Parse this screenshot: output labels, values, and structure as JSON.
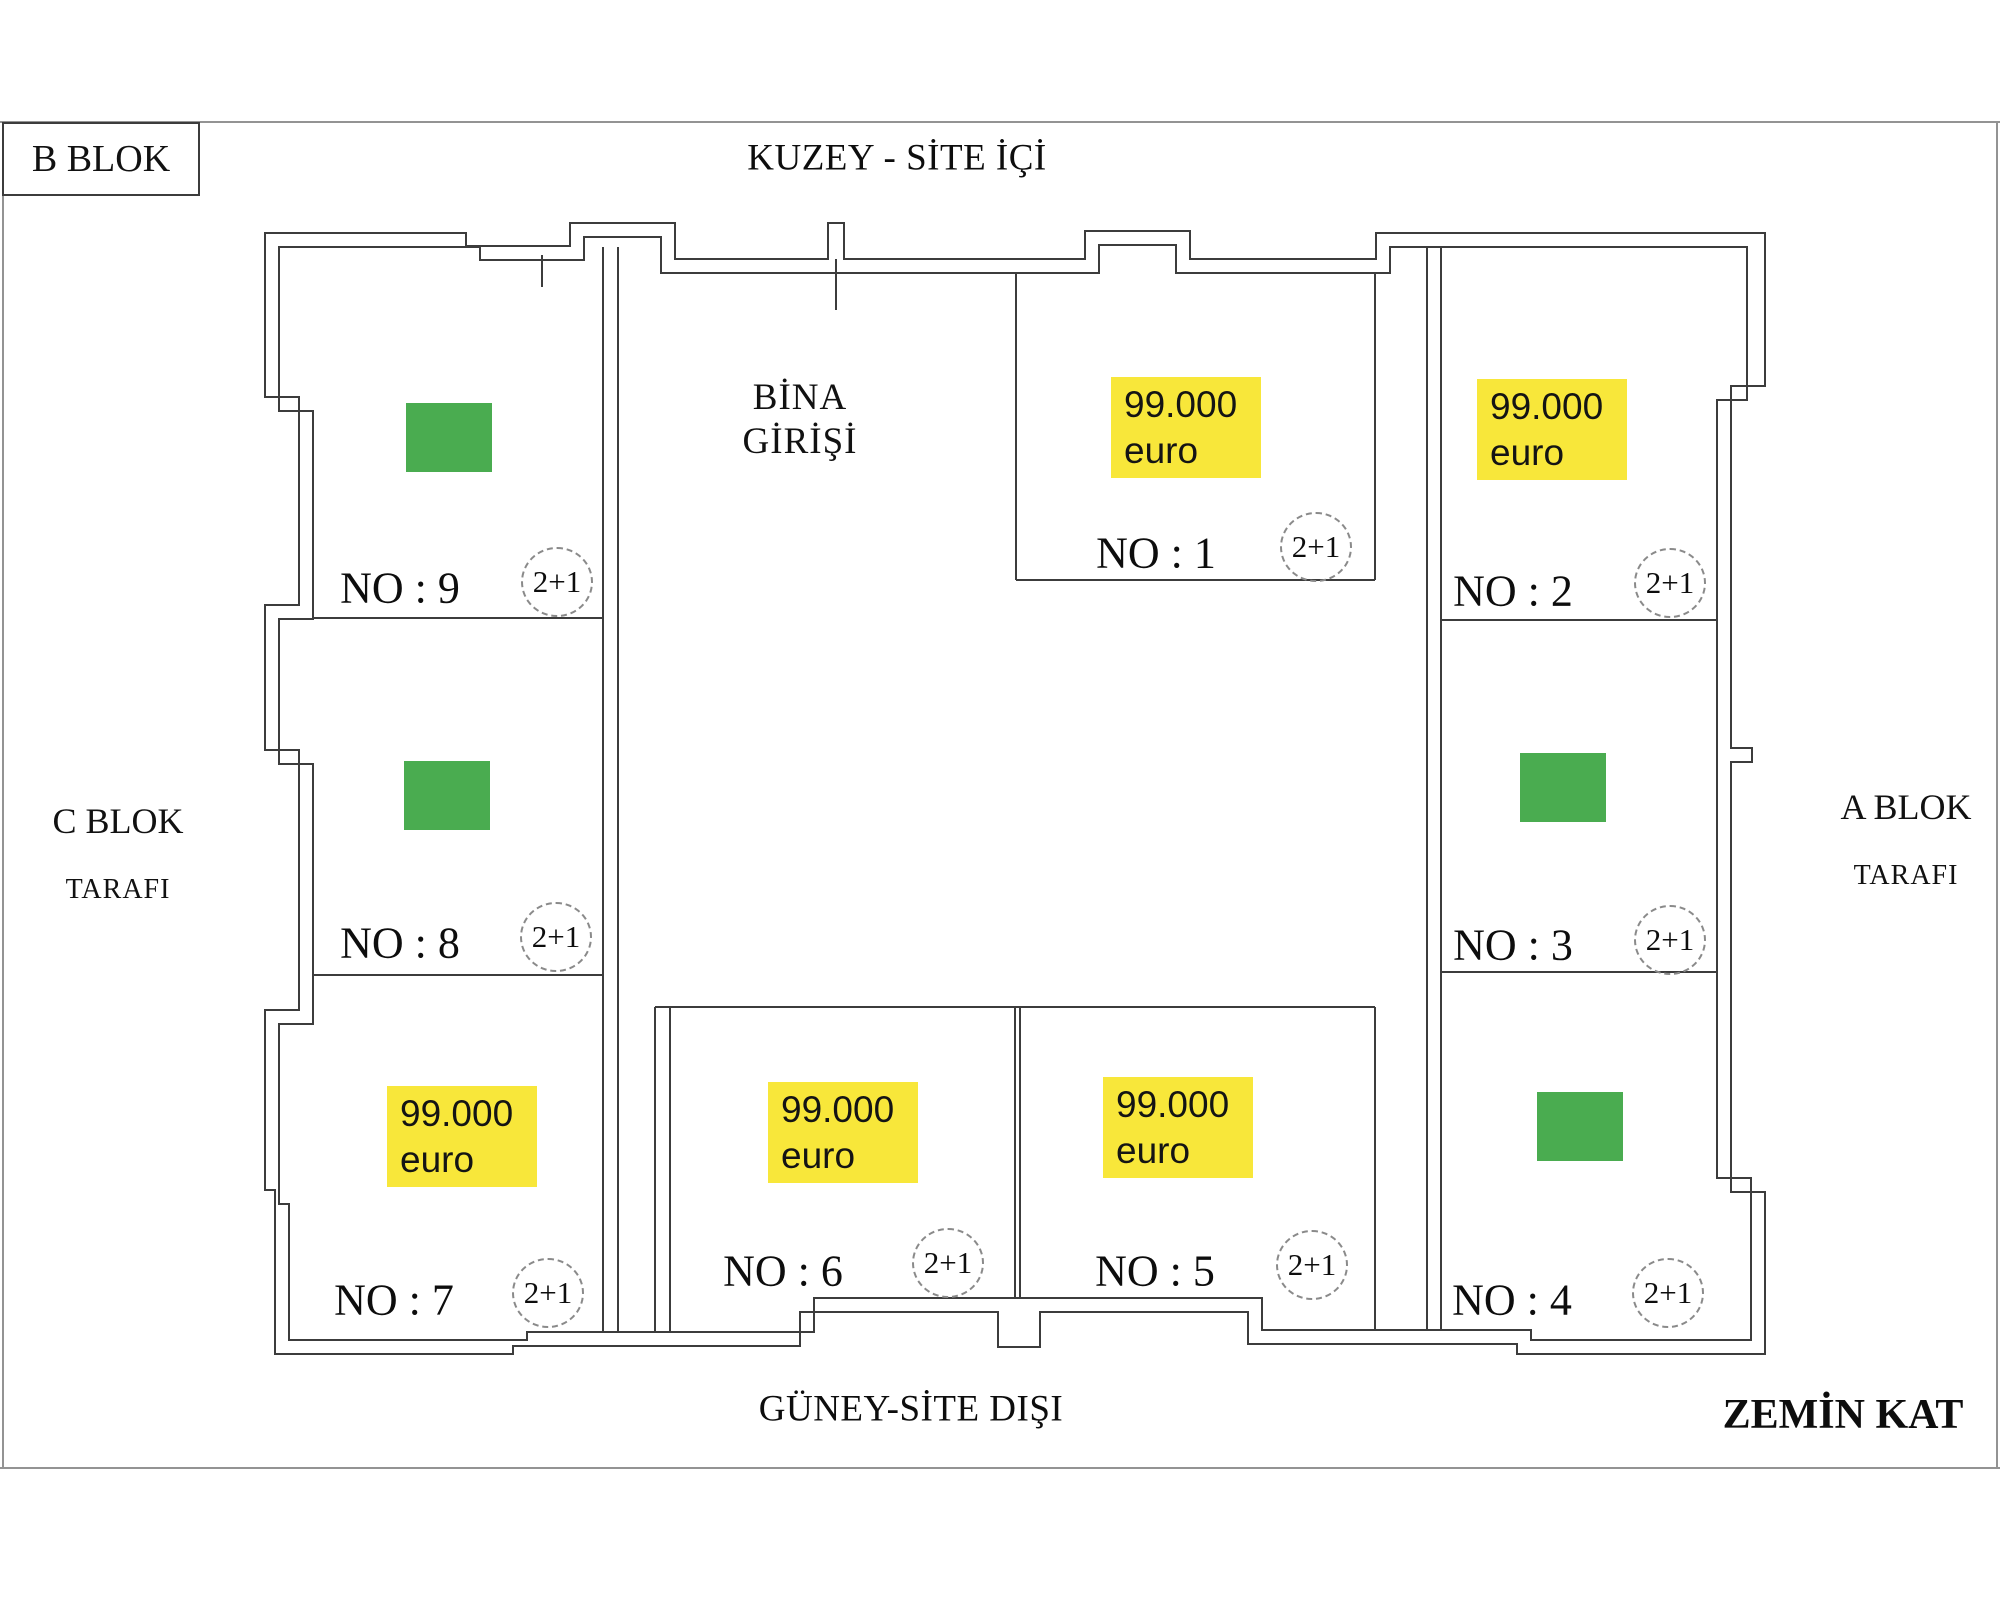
{
  "page": {
    "corner_block_label": "B BLOK",
    "north_edge_label": "KUZEY - SİTE İÇİ",
    "south_edge_label": "GÜNEY-SİTE DIŞI",
    "floor_label": "ZEMİN KAT",
    "west_side": {
      "line1": "C BLOK",
      "line2": "TARAFI"
    },
    "east_side": {
      "line1": "A BLOK",
      "line2": "TARAFI"
    },
    "entrance": {
      "line1": "BİNA",
      "line2": "GİRİŞİ"
    }
  },
  "colors": {
    "price_highlight_yellow": "#f8e73a",
    "status_marker_green": "#4aac50",
    "wall_line": "#3c3c3c",
    "frame_line": "#939393"
  },
  "units": [
    {
      "id": 1,
      "label": "NO : 1",
      "type": "2+1",
      "price": "99.000",
      "currency": "euro",
      "marker": null
    },
    {
      "id": 2,
      "label": "NO : 2",
      "type": "2+1",
      "price": "99.000",
      "currency": "euro",
      "marker": null
    },
    {
      "id": 3,
      "label": "NO : 3",
      "type": "2+1",
      "price": null,
      "currency": null,
      "marker": "green-square"
    },
    {
      "id": 4,
      "label": "NO : 4",
      "type": "2+1",
      "price": null,
      "currency": null,
      "marker": "green-square"
    },
    {
      "id": 5,
      "label": "NO : 5",
      "type": "2+1",
      "price": "99.000",
      "currency": "euro",
      "marker": null
    },
    {
      "id": 6,
      "label": "NO : 6",
      "type": "2+1",
      "price": "99.000",
      "currency": "euro",
      "marker": null
    },
    {
      "id": 7,
      "label": "NO : 7",
      "type": "2+1",
      "price": "99.000",
      "currency": "euro",
      "marker": null
    },
    {
      "id": 8,
      "label": "NO : 8",
      "type": "2+1",
      "price": null,
      "currency": null,
      "marker": "green-square"
    },
    {
      "id": 9,
      "label": "NO : 9",
      "type": "2+1",
      "price": null,
      "currency": null,
      "marker": "green-square"
    }
  ]
}
